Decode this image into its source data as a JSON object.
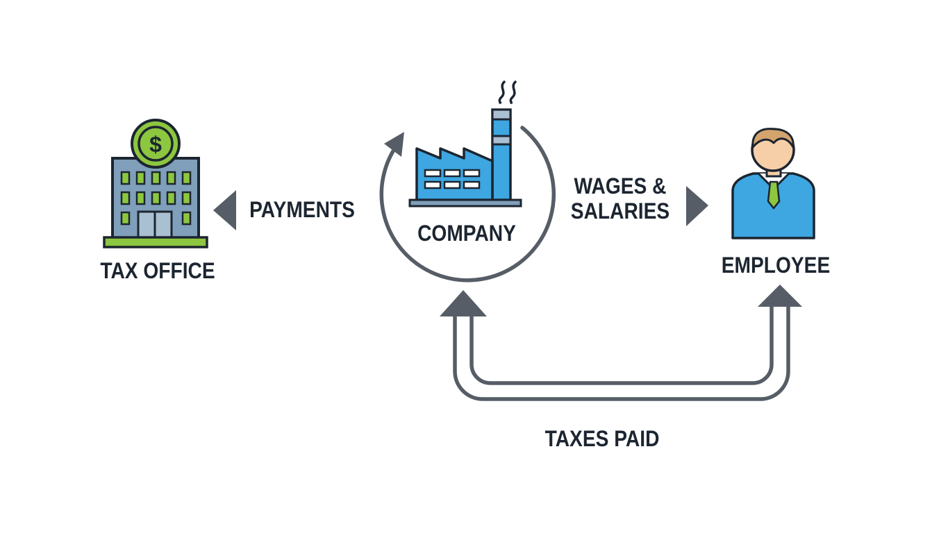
{
  "labels": {
    "tax_office": "TAX OFFICE",
    "payments": "PAYMENTS",
    "company": "COMPANY",
    "wages_line1": "WAGES &",
    "wages_line2": "SALARIES",
    "employee": "EMPLOYEE",
    "taxes_paid": "TAXES PAID",
    "dollar_symbol": "$"
  },
  "colors": {
    "dark": "#1c2530",
    "arrow_gray": "#565d66",
    "building_blue": "#7f9fba",
    "window_green": "#8dc63f",
    "factory_blue": "#3ea6e0",
    "skin": "#f6cfa8",
    "hair": "#d4a46e"
  },
  "icons": {
    "tax_office": "tax-office-building-icon",
    "company": "factory-icon",
    "employee": "employee-person-icon",
    "coin": "dollar-coin-icon"
  }
}
